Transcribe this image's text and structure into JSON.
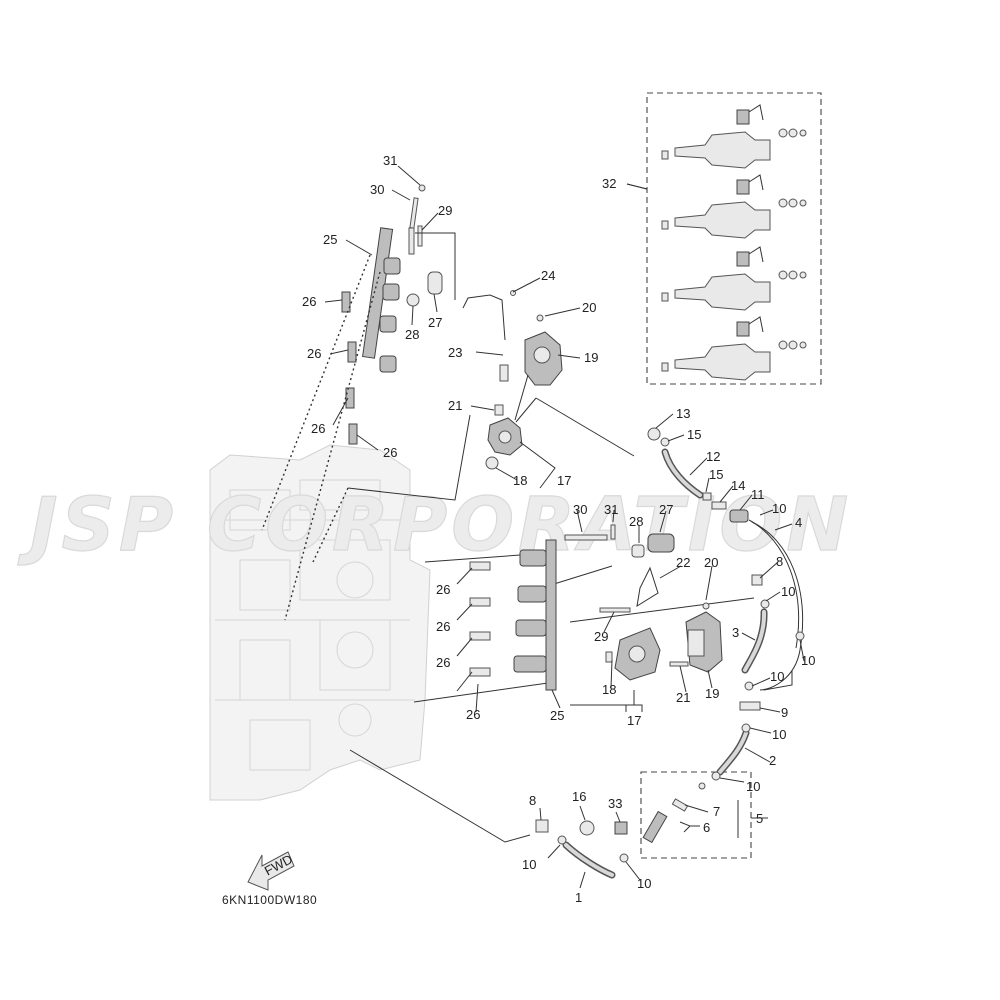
{
  "watermark": "JSP CORPORATION",
  "diagram_code": "6KN1100DW180",
  "fwd_label": "FWD",
  "callouts": {
    "c31a": "31",
    "c30a": "30",
    "c29a": "29",
    "c25a": "25",
    "c26a": "26",
    "c26b": "26",
    "c26c": "26",
    "c26d": "26",
    "c27a": "27",
    "c28a": "28",
    "c24": "24",
    "c20a": "20",
    "c23": "23",
    "c19a": "19",
    "c21a": "21",
    "c18a": "18",
    "c17a": "17",
    "c32": "32",
    "c13": "13",
    "c15a": "15",
    "c12": "12",
    "c15b": "15",
    "c14": "14",
    "c11": "11",
    "c10a": "10",
    "c4": "4",
    "c30b": "30",
    "c31b": "31",
    "c28b": "28",
    "c27b": "27",
    "c22": "22",
    "c20b": "20",
    "c8a": "8",
    "c10b": "10",
    "c26e": "26",
    "c26f": "26",
    "c26g": "26",
    "c26h": "26",
    "c29b": "29",
    "c3": "3",
    "c10c": "10",
    "c10d": "10",
    "c18b": "18",
    "c21b": "21",
    "c19b": "19",
    "c9": "9",
    "c25b": "25",
    "c17b": "17",
    "c10e": "10",
    "c2": "2",
    "c10f": "10",
    "c8b": "8",
    "c16": "16",
    "c33": "33",
    "c7": "7",
    "c6": "6",
    "c5": "5",
    "c10g": "10",
    "c1": "1",
    "c10h": "10"
  }
}
